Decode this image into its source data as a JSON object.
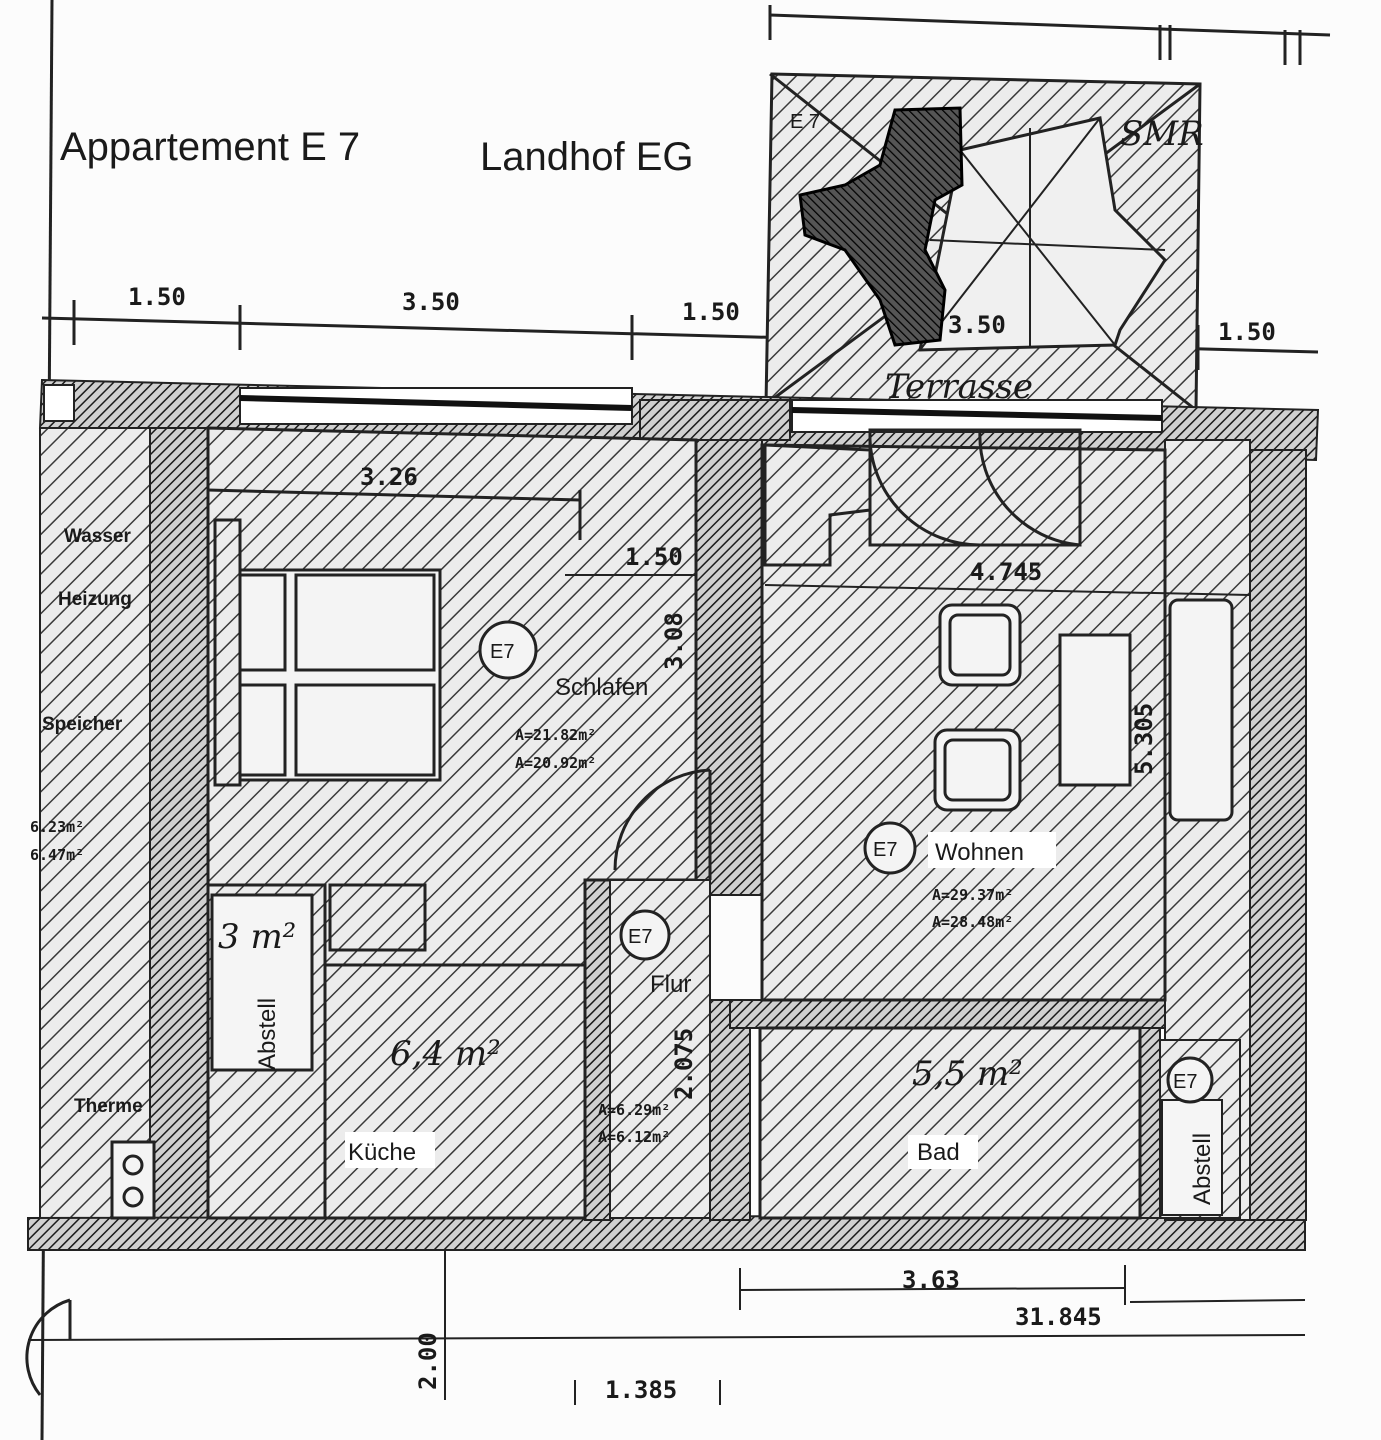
{
  "title": {
    "apartment": "Appartement  E 7",
    "location": "Landhof EG"
  },
  "terrace": {
    "tag": "E 7",
    "signature": "SMR",
    "label": "Terrasse"
  },
  "dimensions": {
    "top_1": "1.50",
    "top_2": "3.50",
    "top_3": "1.50",
    "top_4": "3.50",
    "top_5": "1.50",
    "bedroom_width": "3.26",
    "bedroom_inner": "1.50",
    "bedroom_depth": "3.08",
    "living_width": "4.745",
    "living_depth": "5.305",
    "hall_depth": "2.075",
    "bath_width": "3.63",
    "total": "31.845",
    "bottom_left": "2.00",
    "bottom_mid": "1.385"
  },
  "rooms": {
    "bedroom": {
      "tag": "E7",
      "name": "Schlafen",
      "area_1": "A=21.82m²",
      "area_2": "A=20.92m²"
    },
    "living": {
      "tag": "E7",
      "name": "Wohnen",
      "area_1": "A=29.37m²",
      "area_2": "A=28.48m²"
    },
    "hall": {
      "tag": "E7",
      "name": "Flur",
      "area_1": "A=6.29m²",
      "area_2": "A=6.12m²"
    },
    "kitchen": {
      "name": "Küche",
      "handwritten_area": "6,4 m²"
    },
    "storage_left": {
      "name": "Abstell",
      "handwritten_area": "3 m²"
    },
    "bath": {
      "name": "Bad",
      "handwritten_area": "5,5 m²"
    },
    "storage_right": {
      "tag": "E7",
      "name": "Abstell"
    },
    "utility": {
      "label_1": "Wasser",
      "label_2": "Heizung",
      "label_3": "Speicher",
      "area_1": "6.23m²",
      "area_2": "6.47m²",
      "label_4": "Therme"
    }
  }
}
